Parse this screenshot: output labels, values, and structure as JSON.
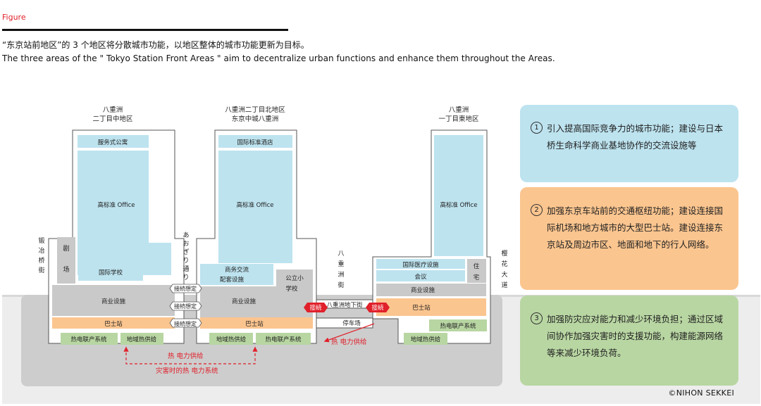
{
  "figure_label": "Figure",
  "caption_cn": "“东京站前地区”的 3 个地区将分散城市功能，以地区整体的城市功能更新为目标。",
  "caption_en": "The three areas of the \" Tokyo Station Front Areas \" aim to decentralize urban functions and enhance them throughout the Areas.",
  "districts": {
    "left": [
      "八重洲",
      "二丁目中地区"
    ],
    "middle": [
      "八重洲二丁目北地区",
      "东京中城八重洲"
    ],
    "right": [
      "八重洲",
      "一丁目東地区"
    ]
  },
  "streets": {
    "left": [
      "锻",
      "冶",
      "桥",
      "街"
    ],
    "aogiri": [
      "あ",
      "お",
      "ぎ",
      "り",
      "通",
      "り"
    ],
    "yaesu": [
      "八",
      "重",
      "洲",
      "街"
    ],
    "sakura": [
      "樱",
      "花",
      "大",
      "道"
    ]
  },
  "left_building": {
    "serviced_apartment": "服务式公寓",
    "office": "高标准 Office",
    "theater": [
      "剧",
      "场"
    ],
    "school": "国际学校",
    "commercial": "商业设施",
    "bus": "巴士站",
    "chp": "热电联产系统",
    "district_heat": "地域热供给"
  },
  "middle_building": {
    "hotel": "国际标准酒店",
    "office": "高标准 Office",
    "business": [
      "商务交流",
      "配套设施"
    ],
    "public_school": [
      "公立小",
      "学校"
    ],
    "commercial": "商业设施",
    "bus": "巴士站",
    "district_heat": "地域热供给",
    "chp": "热电联产系统"
  },
  "right_building": {
    "office": "高标准 Office",
    "medical": "国际医疗设施",
    "residence": [
      "住",
      "宅"
    ],
    "conference": "会议",
    "commercial": "商业设施",
    "bus": "巴士站",
    "chp": "热电联产系统",
    "district_heat": "地域热供给"
  },
  "connections": {
    "planned": "接続想定",
    "connect": "接続",
    "underground_street": "八重洲地下街",
    "parking": "停车场",
    "heat_power_supply": "热 电力供给",
    "heat_power_supply_2": "热 电力供给",
    "disaster_system": "灾害时的热 电力系统"
  },
  "cards": [
    {
      "num": "1",
      "text": "引入提高国际竞争力的城市功能；建设与日本桥生命科学商业基地协作的交流设施等",
      "color": "#bde3ef"
    },
    {
      "num": "2",
      "text": "加强东京车站前的交通枢纽功能；建设连接国际机场和地方城市的大型巴士站。建设连接东京站及周边市区、地面和地下的行人网络。",
      "color": "#fbc58f"
    },
    {
      "num": "3",
      "text": "加强防灾应对能力和减少环境负担；通过区域间协作加强灾害时的支援功能，构建能源网络等来减少环境负荷。",
      "color": "#b8d6a2"
    }
  ],
  "copyright": "©NIHON SEKKEI",
  "colors": {
    "red": "#e0202a",
    "light_blue": "#bde3ef",
    "orange": "#fbc58f",
    "green": "#b8d6a2",
    "gray_box": "#c9c9c9"
  }
}
